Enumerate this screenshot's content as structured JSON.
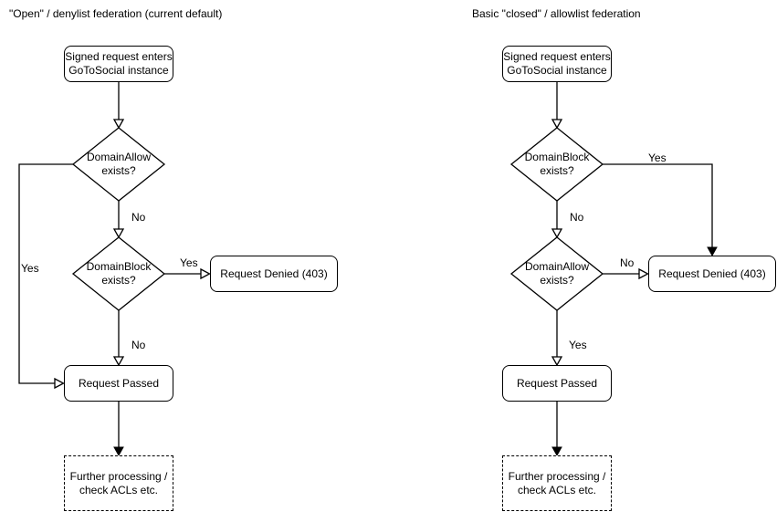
{
  "diagram": {
    "background_color": "#ffffff",
    "line_color": "#000000",
    "text_color": "#000000",
    "charts": [
      {
        "id": "open-denylist",
        "title": "\"Open\" / denylist federation (current default)",
        "nodes": {
          "start": "Signed request enters\nGoToSocial instance",
          "decision_top": "DomainAllow\nexists?",
          "decision_bottom": "DomainBlock\nexists?",
          "denied": "Request Denied (403)",
          "passed": "Request Passed",
          "further": "Further processing /\ncheck ACLs etc."
        },
        "edge_labels": {
          "top_no": "No",
          "top_yes": "Yes",
          "bottom_yes": "Yes",
          "bottom_no": "No"
        }
      },
      {
        "id": "closed-allowlist",
        "title": "Basic \"closed\" / allowlist federation",
        "nodes": {
          "start": "Signed request enters\nGoToSocial instance",
          "decision_top": "DomainBlock\nexists?",
          "decision_bottom": "DomainAllow\nexists?",
          "denied": "Request Denied (403)",
          "passed": "Request Passed",
          "further": "Further processing /\ncheck ACLs etc."
        },
        "edge_labels": {
          "top_yes": "Yes",
          "top_no": "No",
          "bottom_no": "No",
          "bottom_yes": "Yes"
        }
      }
    ]
  }
}
